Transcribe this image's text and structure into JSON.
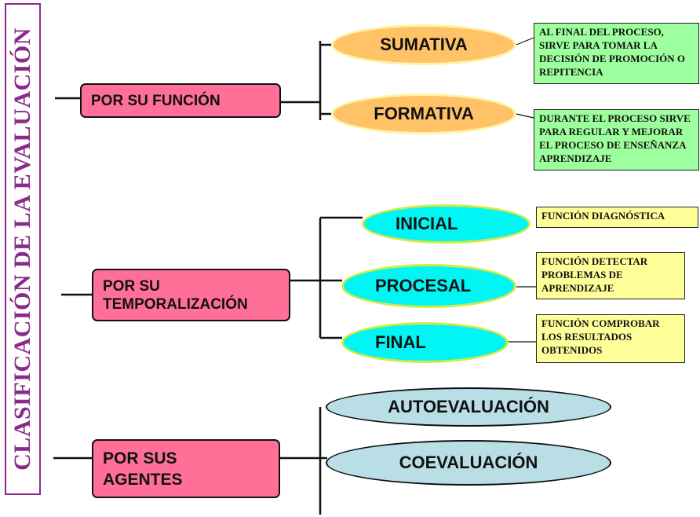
{
  "title": "CLASIFICACIÓN DE LA EVALUACIÓN",
  "categories": {
    "funcion": "POR SU FUNCIÓN",
    "temporalizacion": "POR SU TEMPORALIZACIÓN",
    "agentes": "POR SUS AGENTES"
  },
  "types": {
    "sumativa": "SUMATIVA",
    "formativa": "FORMATIVA",
    "inicial": "INICIAL",
    "procesal": "PROCESAL",
    "final": "FINAL",
    "autoevaluacion": "AUTOEVALUACIÓN",
    "coevaluacion": "COEVALUACIÓN"
  },
  "notes": {
    "sumativa": "AL FINAL DEL PROCESO, SIRVE PARA TOMAR LA DECISIÓN DE PROMOCIÓN O REPITENCIA",
    "formativa": "DURANTE EL PROCESO SIRVE PARA REGULAR Y MEJORAR EL PROCESO DE ENSEÑANZA APRENDIZAJE",
    "inicial": "FUNCIÓN DIAGNÓSTICA",
    "procesal": "FUNCIÓN DETECTAR PROBLEMAS DE APRENDIZAJE",
    "final": "FUNCIÓN COMPROBAR LOS RESULTADOS OBTENIDOS"
  },
  "colors": {
    "category": "#ff6f98",
    "orange_oval": "#ffc266",
    "cyan_oval": "#00f5f5",
    "grey_oval": "#b9dee6",
    "green_note": "#9eff9e",
    "yellow_note": "#ffff9a",
    "title": "#8a2b8a"
  }
}
